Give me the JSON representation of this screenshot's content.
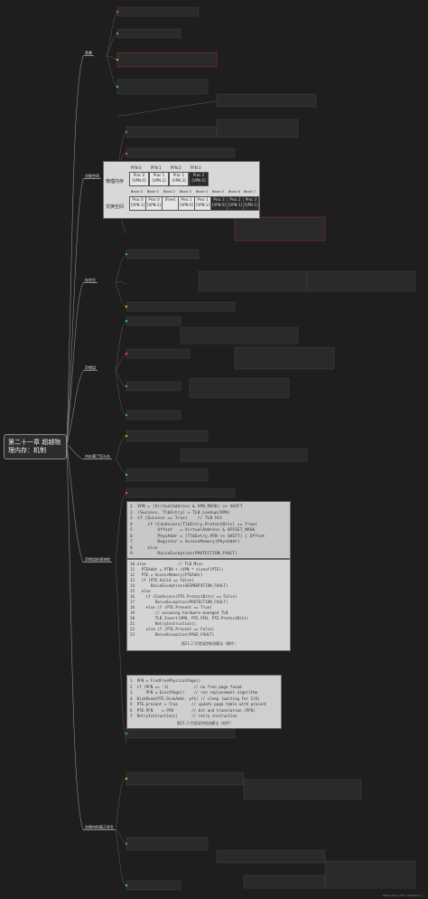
{
  "root": {
    "title": "第二十一章 超越物理内存：机制"
  },
  "branches": [
    {
      "id": "bg",
      "label": "背景"
    },
    {
      "id": "swap",
      "label": "交换空间"
    },
    {
      "id": "present",
      "label": "存在位"
    },
    {
      "id": "fault",
      "label": "页错误"
    },
    {
      "id": "full",
      "label": "内存满了怎么办"
    },
    {
      "id": "flow",
      "label": "页错误处理流程"
    },
    {
      "id": "when",
      "label": "交换何时真正发生"
    }
  ],
  "figures": {
    "swap_table": {
      "pfn_label": "物理内存",
      "swap_label": "交换空间",
      "pfn_headers": [
        "PFN 0",
        "PFN 1",
        "PFN 2",
        "PFN 3"
      ],
      "pfn_cells": [
        "Proc 0 [VPN 0]",
        "Proc 1 [VPN 2]",
        "Proc 1 [VPN 3]",
        "Proc 2 [VPN 0]"
      ],
      "block_headers": [
        "Block 0",
        "Block 1",
        "Block 2",
        "Block 3",
        "Block 4",
        "Block 5",
        "Block 6",
        "Block 7"
      ],
      "block_cells": [
        "Proc 0 [VPN 1]",
        "Proc 0 [VPN 2]",
        "[Free]",
        "Proc 1 [VPN 0]",
        "Proc 1 [VPN 1]",
        "Proc 3 [VPN 0]",
        "Proc 2 [VPN 1]",
        "Proc 3 [VPN 1]"
      ]
    },
    "code1": {
      "lines": [
        "1  VPN = (VirtualAddress & VPN_MASK) >> SHIFT",
        "2  (Success, TlbEntry) = TLB_Lookup(VPN)",
        "3  if (Success == True)    // TLB Hit",
        "4      if (CanAccess(TlbEntry.ProtectBits) == True)",
        "5          Offset   = VirtualAddress & OFFSET_MASK",
        "6          PhysAddr = (TlbEntry.PFN << SHIFT) | Offset",
        "7          Register = AccessMemory(PhysAddr)",
        "8      else",
        "9          RaiseException(PROTECTION_FAULT)"
      ]
    },
    "code2": {
      "lines": [
        "10 else              // TLB Miss",
        "11   PTEAddr = PTBR + (VPN * sizeof(PTE))",
        "12   PTE = AccessMemory(PTEAddr)",
        "13   if (PTE.Valid == False)",
        "14       RaiseException(SEGMENTATION_FAULT)",
        "15   else",
        "16     if (CanAccess(PTE.ProtectBits) == False)",
        "17         RaiseException(PROTECTION_FAULT)",
        "18     else if (PTE.Present == True)",
        "19         // assuming hardware-managed TLB",
        "20         TLB_Insert(VPN, PTE.PFN, PTE.ProtectBits)",
        "21         RetryInstruction()",
        "22     else if (PTE.Present == False)",
        "23         RaiseException(PAGE_FAULT)"
      ],
      "caption": "图21.2 页错误控制流算法（硬件）"
    },
    "code3": {
      "lines": [
        "1  PFN = FindFreePhysicalPage()",
        "2  if (PFN == -1)           // no free page found",
        "3      PFN = EvictPage()    // run replacement algorithm",
        "4  DiskRead(PTE.DiskAddr, pfn) // sleep (waiting for I/O)",
        "5  PTE.present = True      // update page table with present",
        "6  PTE.PFN    = PFN        // bit and translation (PFN)",
        "7  RetryInstruction()      // retry instruction"
      ],
      "caption": "图21.3 页错误控制流算法（软件）"
    }
  },
  "footer": "https://blog.csdn.net/weixin_..."
}
